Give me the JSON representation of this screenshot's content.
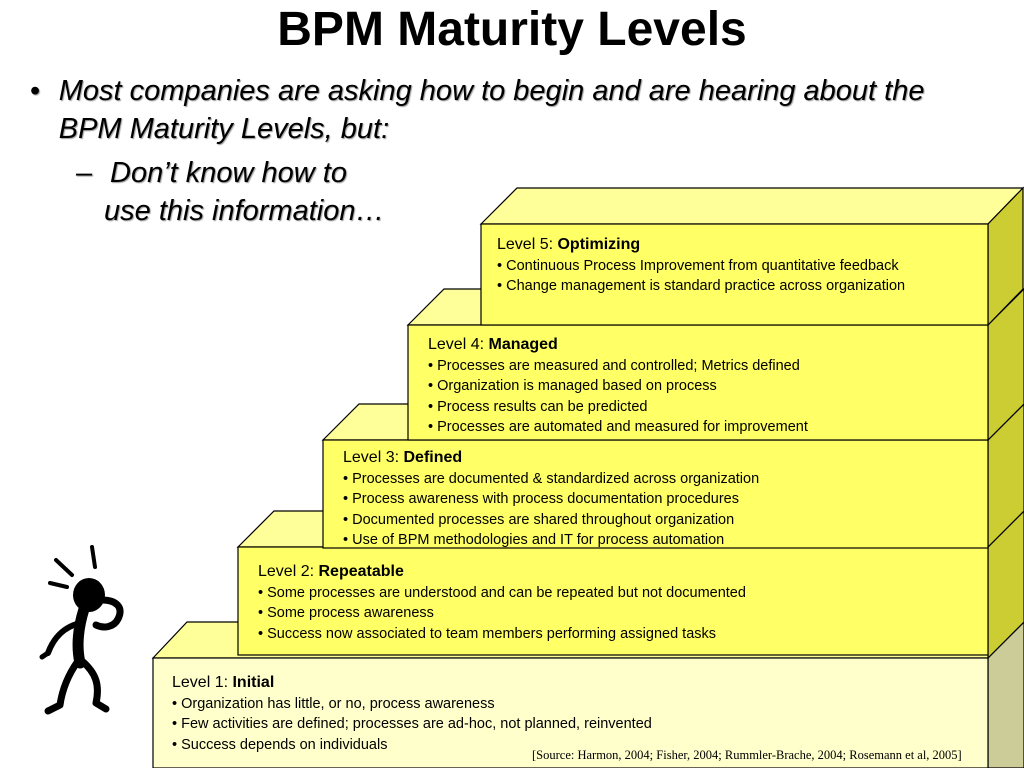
{
  "title": "BPM Maturity Levels",
  "bullet": {
    "marker": "•",
    "text": "Most companies are asking how to begin and are hearing about the BPM Maturity Levels, but:",
    "sub_marker": "–",
    "sub_line1": "Don’t know how to",
    "sub_line2": "use this information…"
  },
  "levels": [
    {
      "prefix": "Level 5: ",
      "name": "Optimizing",
      "items": [
        "• Continuous Process Improvement from quantitative feedback",
        "• Change management is standard practice across organization"
      ]
    },
    {
      "prefix": "Level 4: ",
      "name": "Managed",
      "items": [
        "• Processes are measured and controlled; Metrics defined",
        "• Organization is managed based on process",
        "• Process results can be predicted",
        "• Processes are automated and measured for improvement"
      ]
    },
    {
      "prefix": "Level 3: ",
      "name": "Defined",
      "items": [
        "• Processes are documented & standardized across organization",
        "• Process awareness with process documentation procedures",
        "• Documented processes are shared throughout organization",
        "• Use of BPM methodologies and IT for process automation"
      ]
    },
    {
      "prefix": "Level 2: ",
      "name": "Repeatable",
      "items": [
        "• Some processes are understood and can be repeated but not documented",
        "• Some process awareness",
        "• Success now associated to team members performing assigned tasks"
      ]
    },
    {
      "prefix": "Level 1: ",
      "name": "Initial",
      "items": [
        "• Organization has little, or no, process awareness",
        "• Few activities are defined; processes are ad-hoc, not planned, reinvented",
        "• Success depends on individuals"
      ]
    }
  ],
  "source": "[Source: Harmon, 2004; Fisher, 2004; Rummler-Brache, 2004; Rosemann et al, 2005]",
  "colors": {
    "front_face": "#ffff66",
    "top_face": "#ffff99",
    "side_face": "#cccc33",
    "level1_front": "#ffffcc",
    "level1_side": "#cccc99",
    "outline": "#000000"
  },
  "figure_icon": "confused-stick-figure-icon"
}
